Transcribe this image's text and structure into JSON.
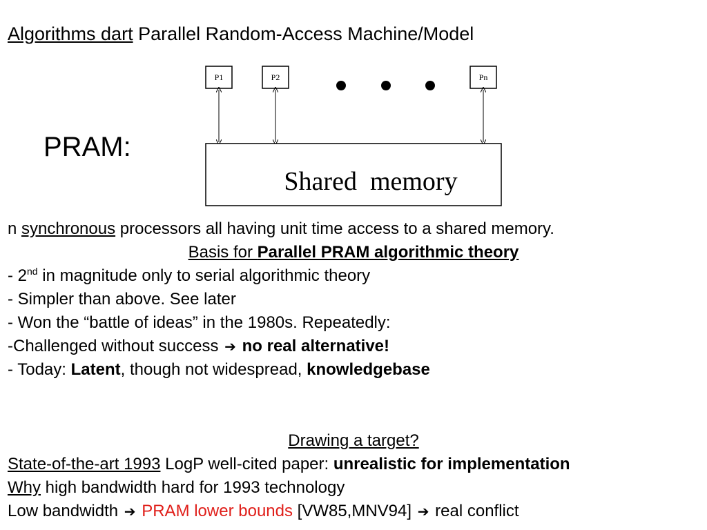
{
  "title": {
    "underlined": "Algorithms dart",
    "rest": " Parallel Random-Access Machine/Model"
  },
  "pram_label": "PRAM:",
  "diagram": {
    "processors": [
      "P1",
      "P2",
      "Pn"
    ],
    "memory_label": "Shared  memory"
  },
  "body": {
    "line1": {
      "prefix": "n ",
      "underlined": "synchronous",
      "rest": " processors all having unit time access to a shared memory."
    },
    "line2": {
      "plain": "Basis for ",
      "bold": "Parallel PRAM algorithmic theory"
    },
    "line3": {
      "prefix": "- 2",
      "sup": "nd",
      "rest": " in magnitude only to serial algorithmic theory"
    },
    "line4": "- Simpler than above. See later",
    "line5": "- Won the “battle of ideas” in the 1980s. Repeatedly:",
    "line6": {
      "plain": "-Challenged without success ",
      "bold": "no real alternative!"
    },
    "line7": {
      "a": "- Today: ",
      "b1": "Latent",
      "c": ", though not widespread, ",
      "b2": "knowledgebase"
    }
  },
  "footer": {
    "drawing": "Drawing a target?",
    "l1": {
      "underlined": "State-of-the-art 1993",
      "plain": " LogP well-cited paper: ",
      "bold": "unrealistic for implementation"
    },
    "l2": {
      "underlined": "Why",
      "plain": " high bandwidth hard for 1993 technology"
    },
    "l3": {
      "a": "Low bandwidth ",
      "red": "PRAM lower bounds",
      "b": " [VW85,MNV94]  ",
      "c": " real conflict"
    }
  },
  "colors": {
    "highlight_red": "#e0201b"
  },
  "icons": [
    "right-arrow-icon"
  ]
}
